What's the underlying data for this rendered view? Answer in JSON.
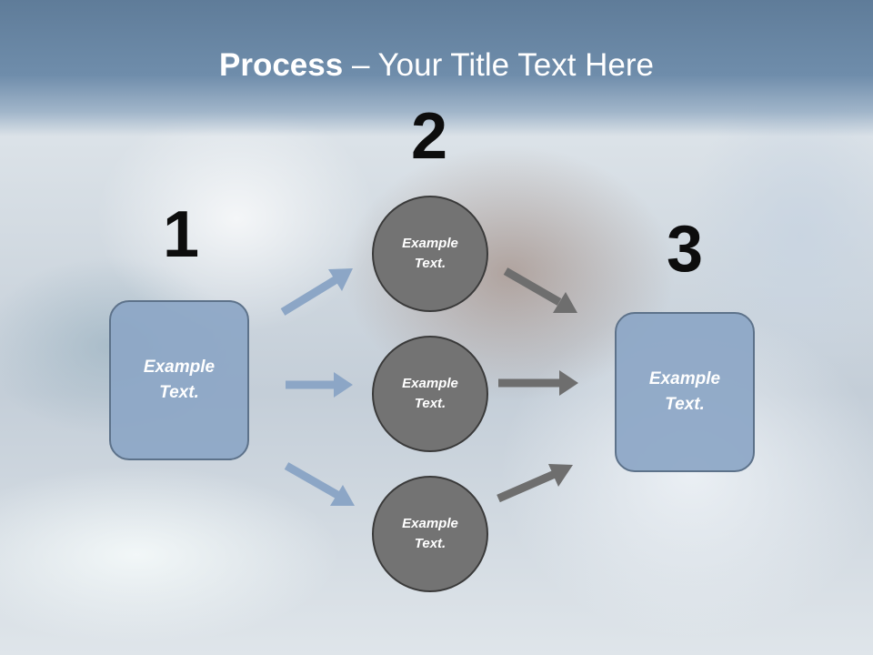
{
  "slide": {
    "title_bold": "Process",
    "title_rest": " – Your Title Text Here"
  },
  "steps": {
    "one": "1",
    "two": "2",
    "three": "3"
  },
  "left_box": {
    "text": "Example\nText."
  },
  "right_box": {
    "text": "Example\nText."
  },
  "circles": [
    {
      "text": "Example\nText."
    },
    {
      "text": "Example\nText."
    },
    {
      "text": "Example\nText."
    }
  ],
  "colors": {
    "header": "#6f8dab",
    "box_fill": "#8ca6c6",
    "circle_fill": "#737373",
    "left_arrows": "#8ca6c6",
    "right_arrows": "#6e6e6e"
  }
}
